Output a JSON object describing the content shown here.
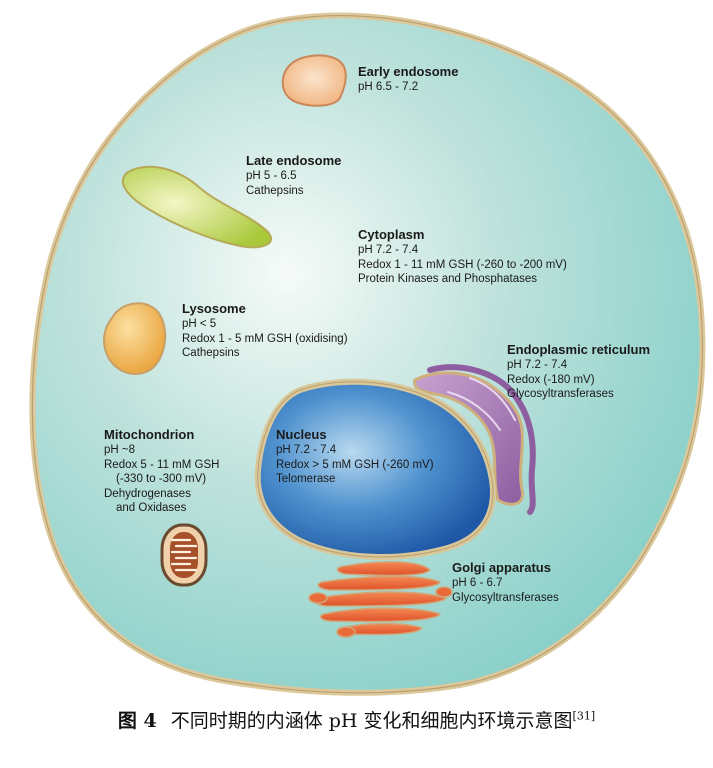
{
  "organelles": {
    "early_endosome": {
      "title": "Early endosome",
      "lines": [
        "pH 6.5 - 7.2"
      ]
    },
    "late_endosome": {
      "title": "Late endosome",
      "lines": [
        "pH 5 - 6.5",
        "Cathepsins"
      ]
    },
    "cytoplasm": {
      "title": "Cytoplasm",
      "lines": [
        "pH 7.2 - 7.4",
        "Redox 1 - 11 mM GSH (-260 to -200 mV)",
        "Protein Kinases and Phosphatases"
      ]
    },
    "lysosome": {
      "title": "Lysosome",
      "lines": [
        "pH < 5",
        "Redox 1 - 5 mM GSH (oxidising)",
        "Cathepsins"
      ]
    },
    "er": {
      "title": "Endoplasmic reticulum",
      "lines": [
        "pH 7.2 - 7.4",
        "Redox (-180 mV)",
        "Glycosyltransferases"
      ]
    },
    "mitochondrion": {
      "title": "Mitochondrion",
      "lines": [
        "pH ~8",
        "Redox 5 - 11 mM GSH",
        "(-330 to -300 mV)",
        "Dehydrogenases",
        "and Oxidases"
      ]
    },
    "nucleus": {
      "title": "Nucleus",
      "lines": [
        "pH 7.2 - 7.4",
        "Redox > 5 mM GSH (-260 mV)",
        "Telomerase"
      ]
    },
    "golgi": {
      "title": "Golgi apparatus",
      "lines": [
        "pH 6 - 6.7",
        "Glycosyltransferases"
      ]
    }
  },
  "caption": {
    "number": "图 4",
    "text": "不同时期的内涵体 pH 变化和细胞内环境示意图",
    "ref": "[31]"
  }
}
